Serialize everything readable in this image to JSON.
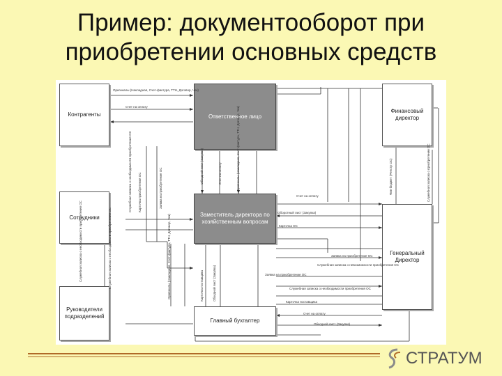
{
  "title": {
    "line1": "Пример: документооборот при",
    "line2": "приобретении основных средств"
  },
  "nodes": {
    "counterparties": "Контрагенты",
    "responsible": "Ответственное лицо",
    "fin_director": "Финансовый директор",
    "employees": "Сотрудники",
    "deputy": "Заместитель директора по хозяйственным вопросам",
    "gen_director": "Генеральный Директор",
    "dept_heads": "Руководители подразделений",
    "chief_accountant": "Главный бухгалтер"
  },
  "labels": {
    "h1": "Оригиналы (Накладная, Счет-фактура, ТТН, Договор, Чек)",
    "h2": "Счет на оплату",
    "h3": "Счет на оплату",
    "h4": "Оборотный лист (Закупка)",
    "h5": "Карточка ОС",
    "h6": "Заявка на приобретение ОС",
    "h7": "Служебная записка о невозможности приобретения ОС",
    "h8": "Заявка на приобретение ОС",
    "h9": "Служебная записка о необходимости приобретения ОС",
    "h10": "Карточка поставщика",
    "h11": "Счет на оплату",
    "h12": "Обходной лист (Закупка)",
    "v1": "Служебная записка о необходимости приобретения ОС",
    "v2": "Карточка приобретения ОС",
    "v3": "Заявка на приобретение ОС",
    "v4": "Обходной лист (Закупка)",
    "v5": "Счет на оплату",
    "v6": "Оригиналы (Накладная, Счет-фактура, ТТН, Договор, Чек)",
    "v7": "Служебная записка о необходимости приобретения ОС",
    "v8": "Служебная записка о необходимости приобретения ОС",
    "v9": "Оригиналы (Накладная, Счет-фактура, ТТН, Договор, Чек)",
    "v10": "Карточка поставщика",
    "v11": "Обходной лист (Закупка)",
    "v12": "Фин бюджет (Реестр ОС)",
    "v13": "Служебная записка о приобретении ОС"
  },
  "logo": {
    "text": "СТРАТУМ"
  },
  "colors": {
    "background": "#fbf8b4",
    "accent": "#b06a28",
    "node_gray": "#8c8c8c"
  }
}
